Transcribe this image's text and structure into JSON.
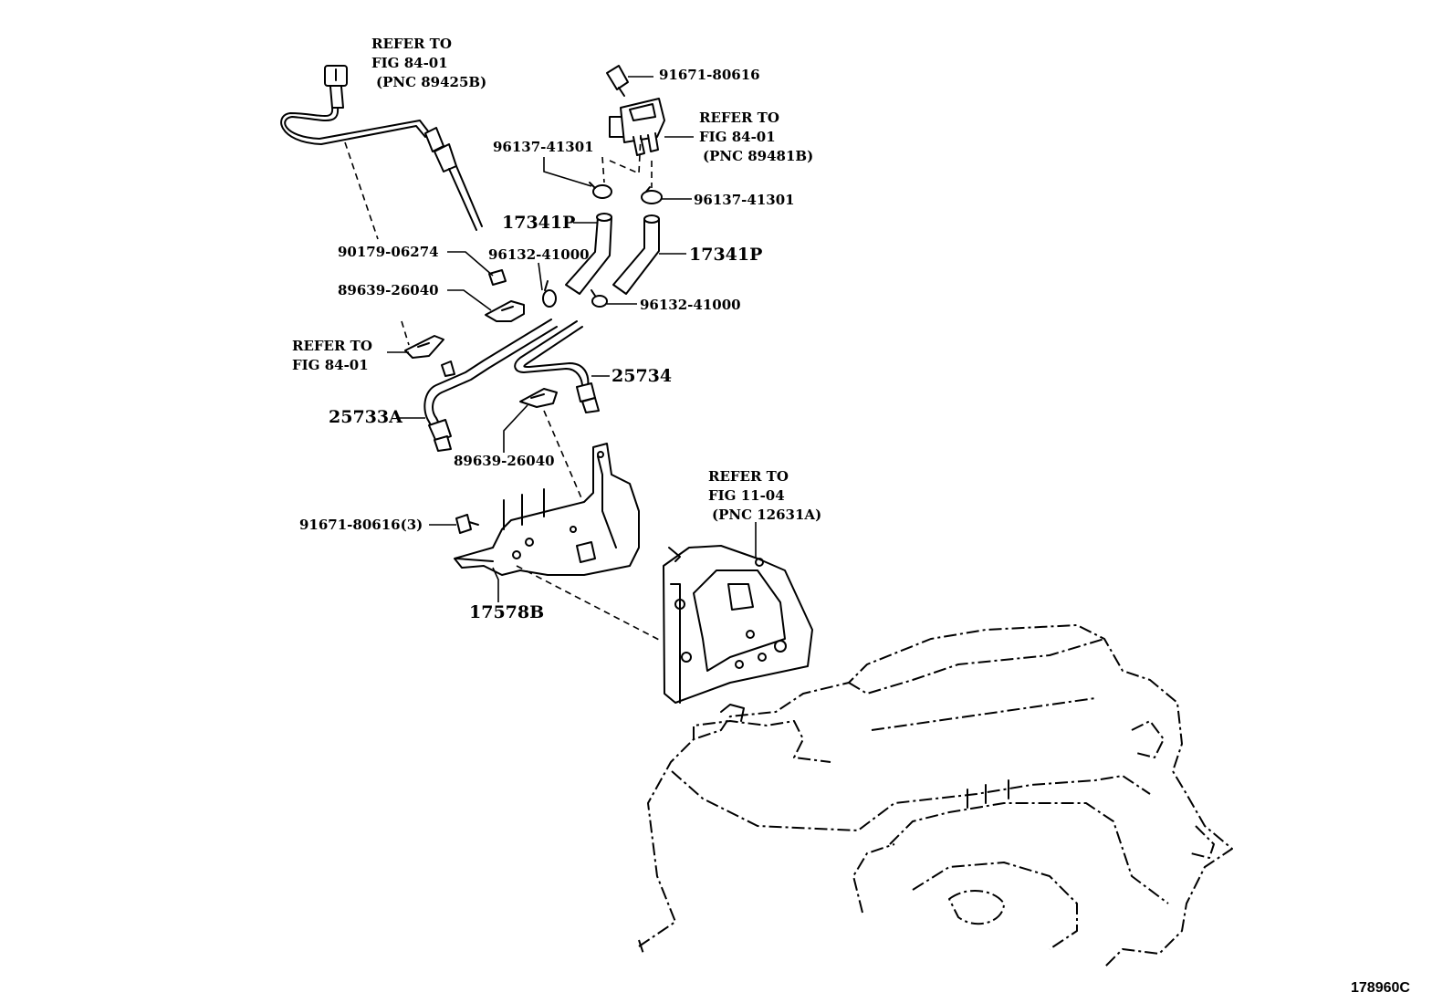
{
  "labels": {
    "refer_sensor": [
      "REFER TO",
      "FIG 84-01",
      "(PNC 89425B)"
    ],
    "bolt_top": "91671-80616",
    "refer_vsv": [
      "REFER TO",
      "FIG 84-01",
      "(PNC 89481B)"
    ],
    "clip_left": "96137-41301",
    "clip_right": "96137-41301",
    "hose_left": "17341P",
    "hose_right": "17341P",
    "clamp_left": "96132-41000",
    "clamp_right": "96132-41000",
    "nut": "90179-06274",
    "clamp_upper": "89639-26040",
    "refer_clamp": [
      "REFER TO",
      "FIG 84-01"
    ],
    "pipe_right": "25734",
    "pipe_left": "25733A",
    "clamp_lower": "89639-26040",
    "refer_engine": [
      "REFER TO",
      "FIG 11-04",
      "(PNC 12631A)"
    ],
    "bolt_bracket": "91671-80616(3)",
    "bracket": "17578B"
  },
  "diagram_code": "178960C"
}
